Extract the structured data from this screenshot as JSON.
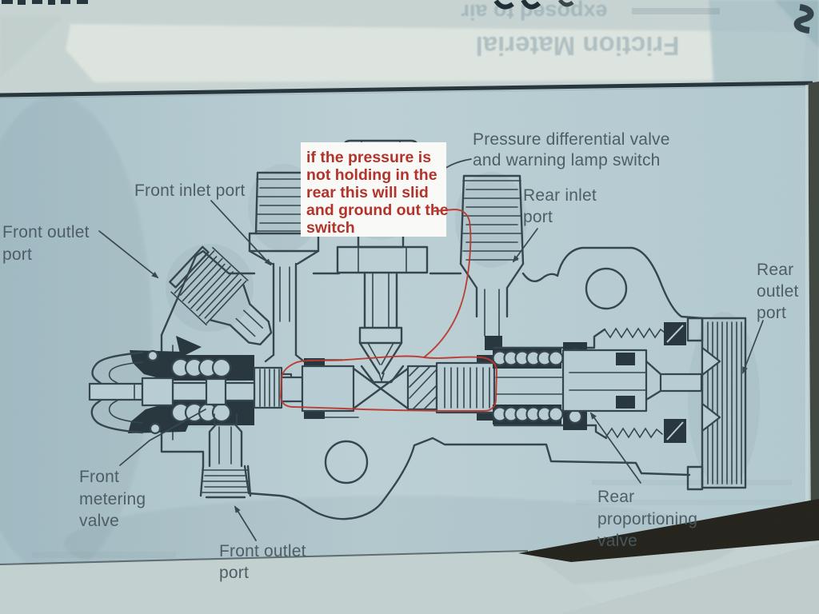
{
  "photo": {
    "bleedthrough_top_line": "exposed to air",
    "bleedthrough_title": "Friction Material"
  },
  "diagram": {
    "ink_color": "#33434c",
    "labels": {
      "front_inlet_port": [
        "Front inlet port"
      ],
      "front_outlet_port_top": [
        "Front outlet",
        "port"
      ],
      "pressure_differential_valve": [
        "Pressure differential valve",
        "and warning lamp switch"
      ],
      "rear_inlet_port": [
        "Rear inlet",
        "port"
      ],
      "rear_outlet_port": [
        "Rear",
        "outlet",
        "port"
      ],
      "front_metering_valve": [
        "Front",
        "metering",
        "valve"
      ],
      "front_outlet_port_bottom": [
        "Front outlet",
        "port"
      ],
      "rear_proportioning_valve": [
        "Rear",
        "proportioning",
        "valve"
      ]
    }
  },
  "annotation": {
    "color": "#b43028",
    "box_color": "#fcfcf9",
    "lines": [
      "if the pressure is",
      "not holding in the",
      "rear this will slid",
      "and ground out the",
      "switch"
    ]
  }
}
